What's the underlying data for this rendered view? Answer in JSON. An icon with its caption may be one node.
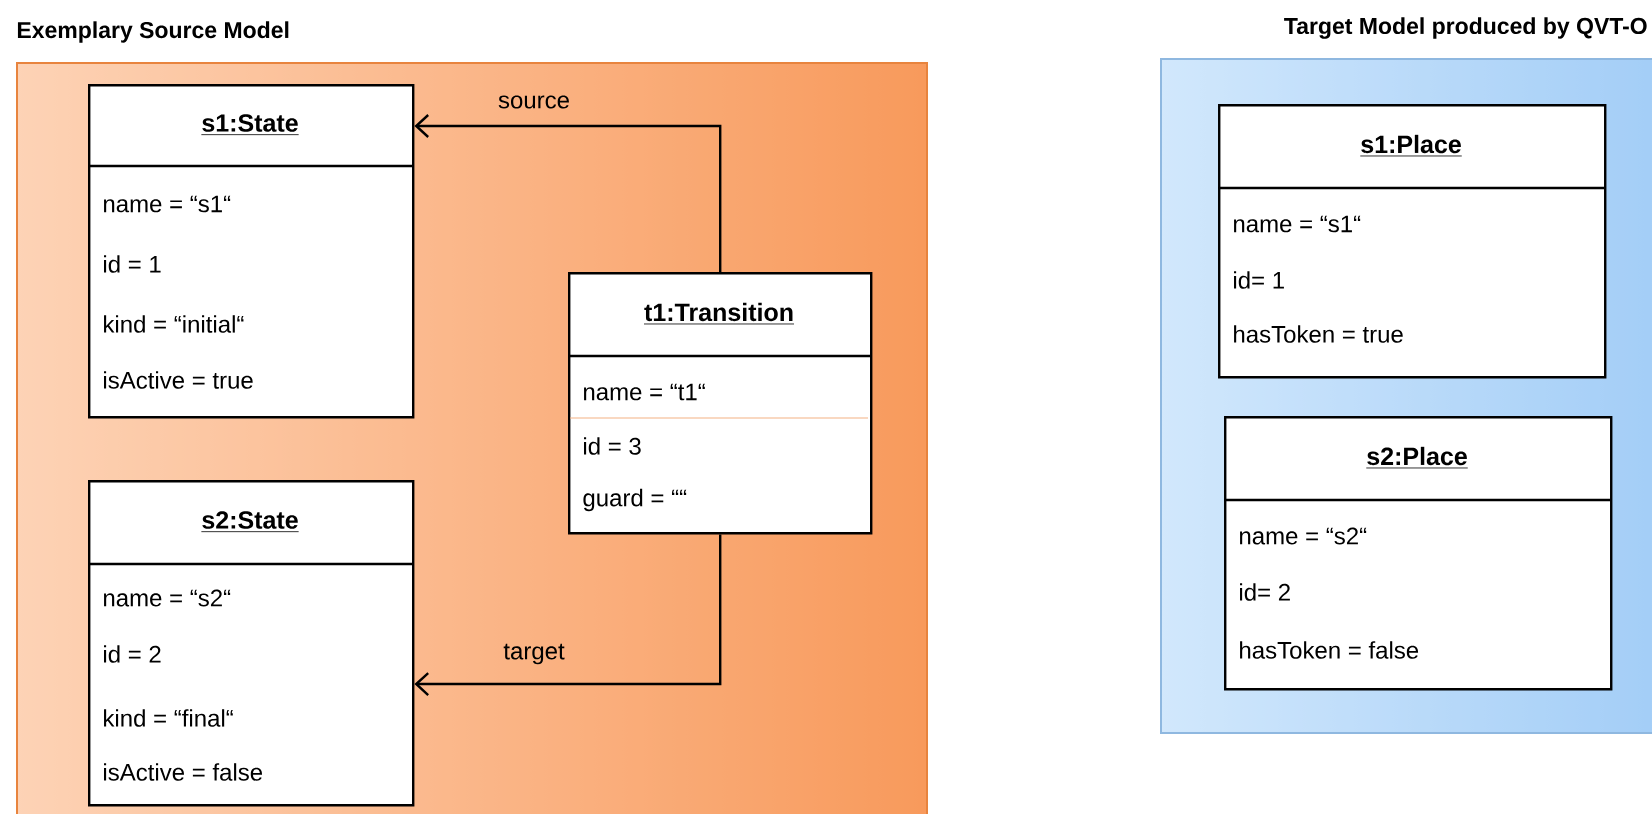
{
  "diagram": {
    "nodes": [
      {
        "text": [
          "Exemplary Source Model"
        ]
      },
      {
        "text": [
          "s1:State",
          "name = “s1“",
          "id = 1",
          "kind = “initial“",
          "isActive = true"
        ],
        "in": 0
      },
      {
        "text": [
          "t1:Transition",
          "name = “t1“",
          "id = 3",
          "guard = ““"
        ],
        "in": 0
      },
      {
        "text": [
          "s2:State",
          "name = “s2“",
          "id = 2",
          "kind = “final“",
          "isActive = false"
        ],
        "in": 0
      },
      {
        "text": [
          "Target Model produced by QVT-O"
        ]
      },
      {
        "text": [
          "s1:Place",
          "name = “s1“",
          "id= 1",
          "hasToken = true"
        ],
        "in": 4
      },
      {
        "text": [
          "s2:Place",
          "name = “s2“",
          "id= 2",
          "hasToken = false"
        ],
        "in": 4
      }
    ],
    "edges": [
      {
        "from": 2,
        "to": 1,
        "arrow": "to",
        "label": "source"
      },
      {
        "from": 2,
        "to": 3,
        "arrow": "to",
        "label": "target"
      }
    ]
  }
}
